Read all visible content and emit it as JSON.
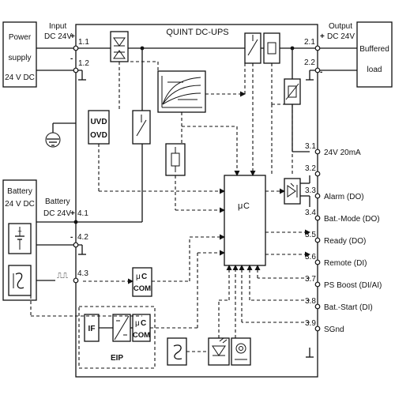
{
  "power_supply": {
    "lines": [
      "Power",
      "supply",
      "24 V DC"
    ]
  },
  "input": {
    "lines": [
      "Input",
      "DC 24V"
    ],
    "plus": "+",
    "minus": "-",
    "terminals": [
      "1.1",
      "1.2"
    ]
  },
  "title": "QUINT DC-UPS",
  "output": {
    "lines": [
      "Output",
      "DC 24V"
    ],
    "plus": "+",
    "minus": "-",
    "terminals": [
      "2.1",
      "2.2"
    ]
  },
  "buffered_load": {
    "lines": [
      "Buffered",
      "load"
    ]
  },
  "battery": {
    "lines": [
      "Battery",
      "24 V DC"
    ],
    "plus": "+",
    "minus": "-"
  },
  "battery_input": {
    "lines": [
      "Battery",
      "DC 24V"
    ],
    "plus": "+",
    "minus": "-",
    "terminals": [
      "4.1",
      "4.2",
      "4.3"
    ]
  },
  "uvd_ovd": [
    "UVD",
    "OVD"
  ],
  "microcontroller": {
    "mu": "μ",
    "c": "C"
  },
  "com_block": {
    "mu": "μ",
    "c": "C",
    "com": "COM"
  },
  "eip": {
    "label": "EIP",
    "if": "IF",
    "mu": "μ",
    "c": "C",
    "com": "COM"
  },
  "pulse": "⎍⎍",
  "signals": [
    {
      "terminal": "3.1",
      "label": "24V 20mA"
    },
    {
      "terminal": "3.2",
      "label": ""
    },
    {
      "terminal": "3.3",
      "label": "Alarm (DO)"
    },
    {
      "terminal": "3.4",
      "label": "Bat.-Mode (DO)"
    },
    {
      "terminal": "3.5",
      "label": "Ready (DO)"
    },
    {
      "terminal": "3.6",
      "label": "Remote (DI)"
    },
    {
      "terminal": "3.7",
      "label": "PS Boost (DI/AI)"
    },
    {
      "terminal": "3.8",
      "label": "Bat.-Start (DI)"
    },
    {
      "terminal": "3.9",
      "label": "SGnd"
    }
  ]
}
